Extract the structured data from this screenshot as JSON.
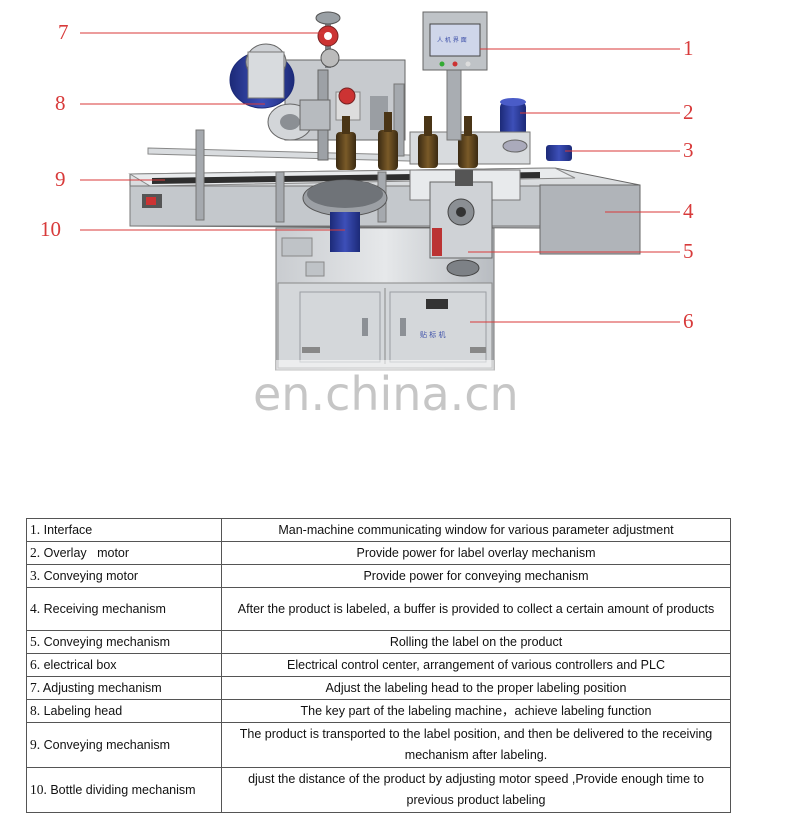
{
  "diagram": {
    "callouts": [
      {
        "n": "1"
      },
      {
        "n": "2"
      },
      {
        "n": "3"
      },
      {
        "n": "4"
      },
      {
        "n": "5"
      },
      {
        "n": "6"
      },
      {
        "n": "7"
      },
      {
        "n": "8"
      },
      {
        "n": "9"
      },
      {
        "n": "10"
      }
    ],
    "watermark": "en.china.cn",
    "screen_caption": "人 机 界 面",
    "cabinet_caption": "贴 标 机"
  },
  "table": {
    "rows": [
      {
        "idx": "1.",
        "part": " Interface",
        "desc": "Man-machine communicating window for various parameter adjustment"
      },
      {
        "idx": "2.",
        "part": " Overlay   motor",
        "desc": "Provide power for label overlay mechanism"
      },
      {
        "idx": "3.",
        "part": " Conveying motor",
        "desc": "Provide power for conveying mechanism"
      },
      {
        "idx": "4.",
        "part": " Receiving mechanism",
        "desc": "After the product is labeled, a buffer is provided to collect a certain amount of products"
      },
      {
        "idx": "5.",
        "part": " Conveying mechanism",
        "desc": "Rolling the label on the product"
      },
      {
        "idx": "6.",
        "part": " electrical box",
        "desc": "Electrical control center, arrangement of various controllers and PLC"
      },
      {
        "idx": "7.",
        "part": " Adjusting mechanism",
        "desc": "Adjust the labeling head to the proper labeling position"
      },
      {
        "idx": "8.",
        "part": " Labeling head",
        "desc": "The key part of the labeling machine，achieve labeling function"
      },
      {
        "idx": "9.",
        "part": " Conveying mechanism",
        "desc": "The product is transported to the label position, and then be delivered to the receiving mechanism after labeling."
      },
      {
        "idx": "10.",
        "part": " Bottle dividing mechanism",
        "desc": "djust the distance of the product by adjusting motor speed ,Provide enough time to previous product labeling"
      }
    ]
  }
}
